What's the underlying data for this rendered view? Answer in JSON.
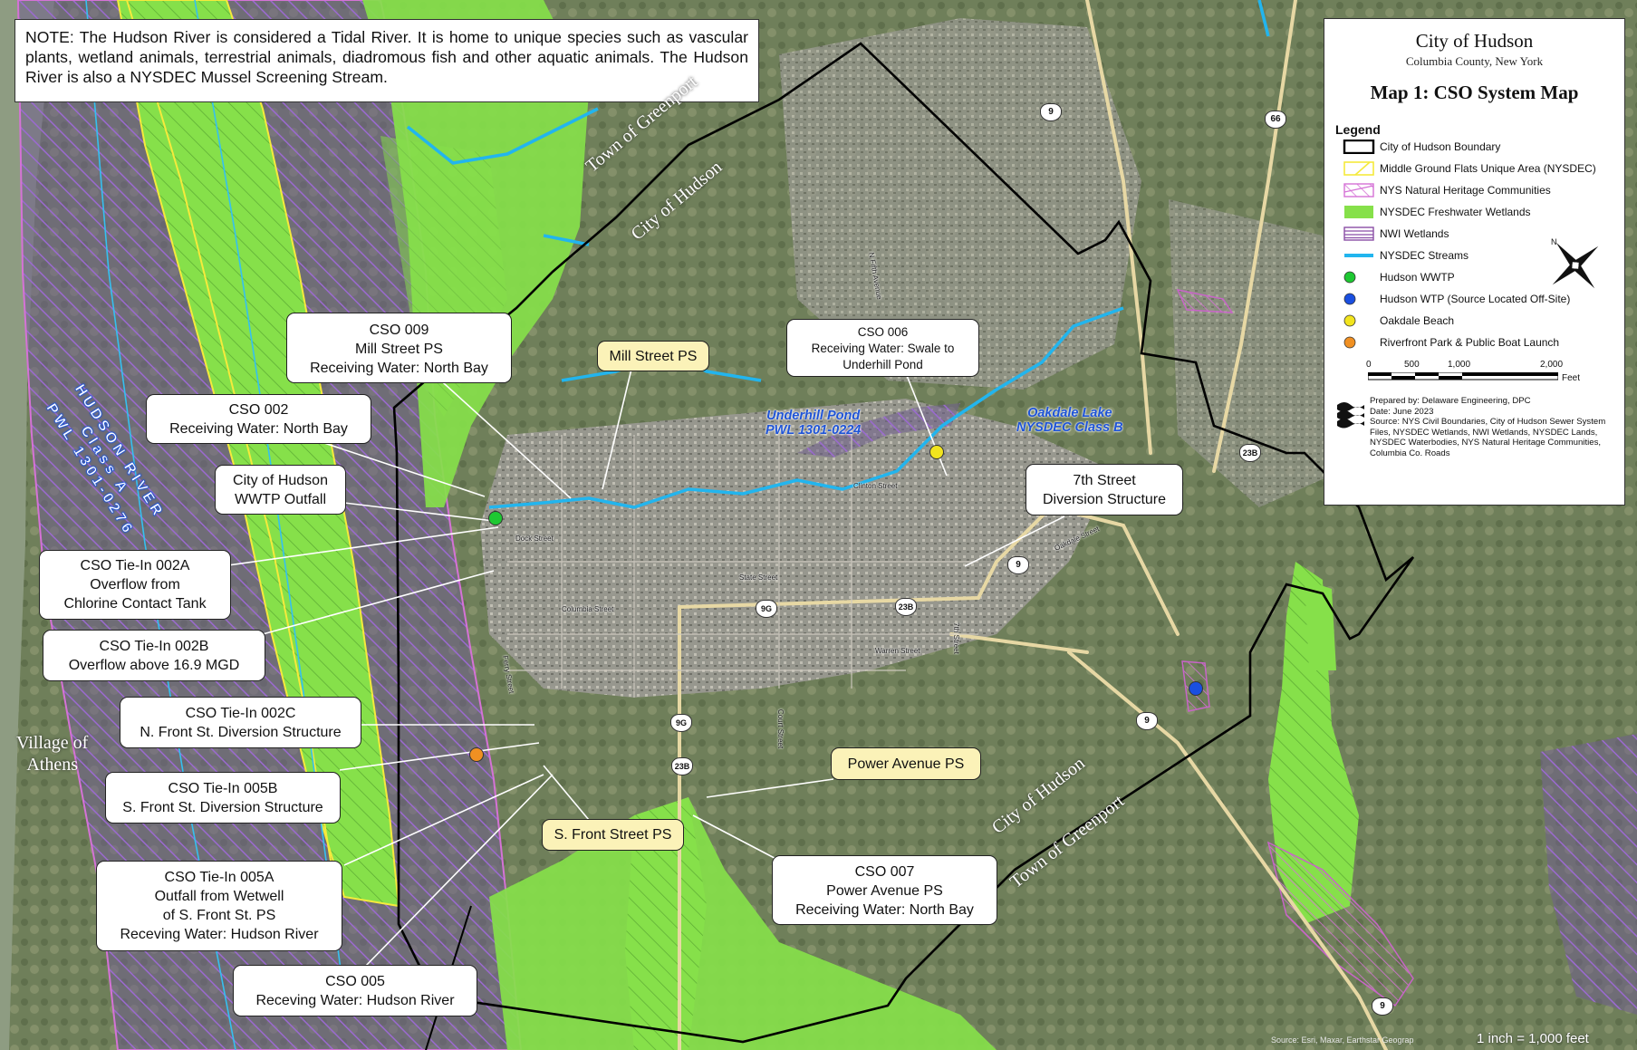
{
  "note": "NOTE: The Hudson River is considered a Tidal River. It is home to unique species such as vascular plants, wetland animals, terrestrial animals, diadromous fish and other aquatic animals. The Hudson River is also a NYSDEC Mussel Screening Stream.",
  "legend": {
    "city": "City of Hudson",
    "county": "Columbia County, New York",
    "map_title": "Map 1: CSO System Map",
    "heading": "Legend",
    "items": [
      {
        "label": "City of Hudson Boundary"
      },
      {
        "label": "Middle Ground Flats Unique Area (NYSDEC)"
      },
      {
        "label": "NYS Natural Heritage Communities"
      },
      {
        "label": "NYSDEC Freshwater Wetlands"
      },
      {
        "label": "NWI Wetlands"
      },
      {
        "label": "NYSDEC Streams"
      },
      {
        "label": "Hudson WWTP"
      },
      {
        "label": "Hudson WTP (Source Located Off-Site)"
      },
      {
        "label": "Oakdale Beach"
      },
      {
        "label": "Riverfront Park & Public Boat Launch"
      }
    ],
    "scale": {
      "ticks": [
        "0",
        "500",
        "1,000",
        "2,000"
      ],
      "unit": "Feet"
    },
    "prepared_by": "Prepared by: Delaware Engineering, DPC",
    "date": "Date: June 2023",
    "source": "Source: NYS Civil Boundaries, City of Hudson Sewer System Files, NYSDEC Wetlands, NWI Wetlands, NYSDEC Lands, NYSDEC Waterbodies, NYS Natural Heritage Communities, Columbia Co. Roads"
  },
  "colors": {
    "boundary": "#000000",
    "unique_area": "#f5ea3c",
    "heritage": "#e86fe0",
    "wetland": "#86e04a",
    "nwi": "#8a4ea6",
    "stream": "#22b5ee",
    "wwtp": "#1ec832",
    "wtp": "#1a4fe0",
    "beach": "#f2e41e",
    "park": "#f09022"
  },
  "callouts": {
    "cso009": [
      "CSO 009",
      "Mill Street PS",
      "Receiving Water: North Bay"
    ],
    "mill_street_ps": [
      "Mill Street PS"
    ],
    "cso006": [
      "CSO 006",
      "Receiving Water: Swale to",
      "Underhill Pond"
    ],
    "cso002": [
      "CSO 002",
      "Receiving Water: North Bay"
    ],
    "wwtp_outfall": [
      "City of Hudson",
      "WWTP Outfall"
    ],
    "tie002a": [
      "CSO Tie-In 002A",
      "Overflow from",
      "Chlorine Contact Tank"
    ],
    "tie002b": [
      "CSO Tie-In 002B",
      "Overflow above 16.9 MGD"
    ],
    "tie002c": [
      "CSO Tie-In 002C",
      "N. Front St. Diversion Structure"
    ],
    "tie005b": [
      "CSO Tie-In 005B",
      "S. Front St. Diversion Structure"
    ],
    "tie005a": [
      "CSO Tie-In 005A",
      "Outfall from Wetwell",
      "of S. Front St. PS",
      "Receving Water: Hudson River"
    ],
    "cso005": [
      "CSO 005",
      "Receving Water: Hudson River"
    ],
    "seventh_street": [
      "7th Street",
      "Diversion Structure"
    ],
    "power_avenue_ps": [
      "Power Avenue PS"
    ],
    "s_front_street_ps": [
      "S. Front Street PS"
    ],
    "cso007": [
      "CSO 007",
      "Power Avenue PS",
      "Receiving Water: North Bay"
    ]
  },
  "labels": {
    "town_greenport_n": "Town of Greenport",
    "city_hudson_n": "City of Hudson",
    "city_hudson_s": "City of Hudson",
    "town_greenport_s": "Town of Greenport",
    "village_athens": [
      "Village of",
      "Athens"
    ],
    "hudson_river": [
      "HUDSON RIVER",
      "Class A",
      "PWL 1301-0276"
    ],
    "underhill_pond": [
      "Underhill Pond",
      "PWL 1301-0224"
    ],
    "oakdale_lake": [
      "Oakdale Lake",
      "NYSDEC Class B"
    ]
  },
  "streets": [
    "Dock Street",
    "State Street",
    "Columbia Street",
    "Warren Street",
    "Clinton Street",
    "Oakdale Street",
    "N Fifth Avenue",
    "Ferry Street",
    "Court Street",
    "7th Street"
  ],
  "shields": [
    "9",
    "66",
    "9",
    "23B",
    "9G",
    "23B",
    "9G",
    "9",
    "23B",
    "9"
  ],
  "credit": "Source: Esri, Maxar, Earthstar Geograp",
  "scale_note": "1 inch = 1,000 feet"
}
